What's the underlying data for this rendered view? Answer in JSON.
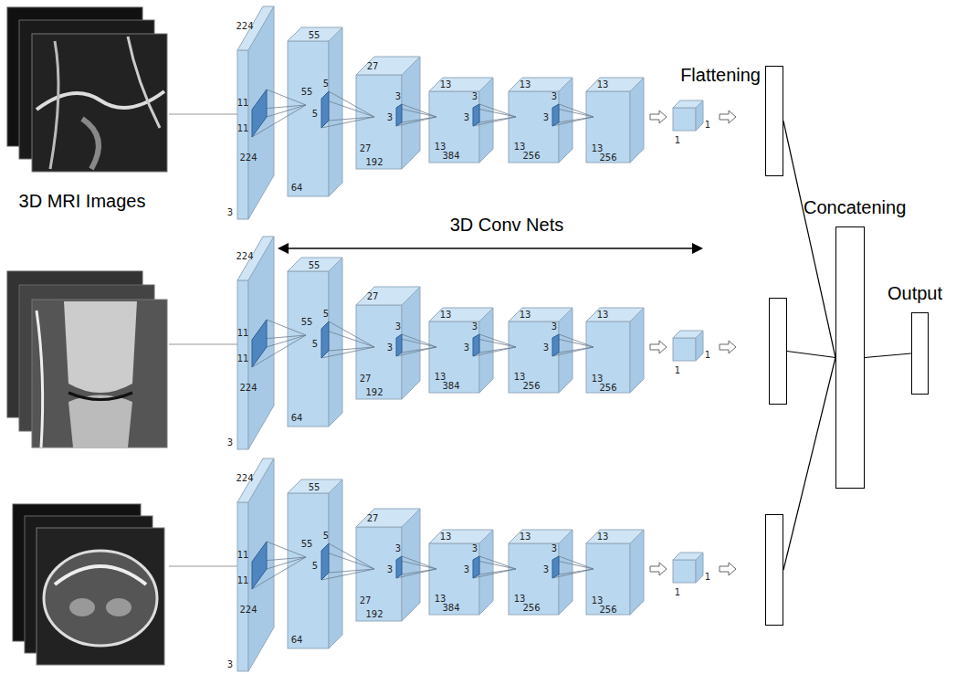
{
  "diagram": {
    "nodes": [
      {
        "text": [
          "Flattening"
        ]
      },
      {
        "text": []
      },
      {
        "text": []
      },
      {
        "text": [
          "Concatening"
        ]
      },
      {
        "text": [
          "Output"
        ]
      }
    ],
    "edges": [
      {
        "from": 0,
        "to": 3,
        "arrow": "none"
      },
      {
        "from": 1,
        "to": 3,
        "arrow": "none"
      },
      {
        "from": 2,
        "to": 3,
        "arrow": "none"
      },
      {
        "from": 3,
        "to": 4,
        "arrow": "none"
      }
    ],
    "labels": [
      "224",
      "11",
      "11",
      "224",
      "3",
      "55",
      "55",
      "5",
      "5",
      "64",
      "27",
      "27",
      "3",
      "3",
      "192",
      "13",
      "13",
      "3",
      "3",
      "384",
      "13",
      "13",
      "3",
      "3",
      "256",
      "13",
      "13",
      "256",
      "1",
      "1",
      "3D MRI Images",
      "3D Conv Nets",
      "224",
      "11",
      "11",
      "224",
      "3",
      "55",
      "55",
      "5",
      "5",
      "64",
      "27",
      "27",
      "3",
      "3",
      "192",
      "13",
      "13",
      "3",
      "3",
      "384",
      "13",
      "13",
      "3",
      "3",
      "256",
      "13",
      "13",
      "256",
      "1",
      "1",
      "224",
      "11",
      "11",
      "224",
      "3",
      "55",
      "55",
      "5",
      "5",
      "64",
      "27",
      "27",
      "3",
      "3",
      "192",
      "13",
      "13",
      "3",
      "3",
      "384",
      "13",
      "13",
      "3",
      "3",
      "256",
      "13",
      "13",
      "256",
      "1",
      "1"
    ]
  }
}
